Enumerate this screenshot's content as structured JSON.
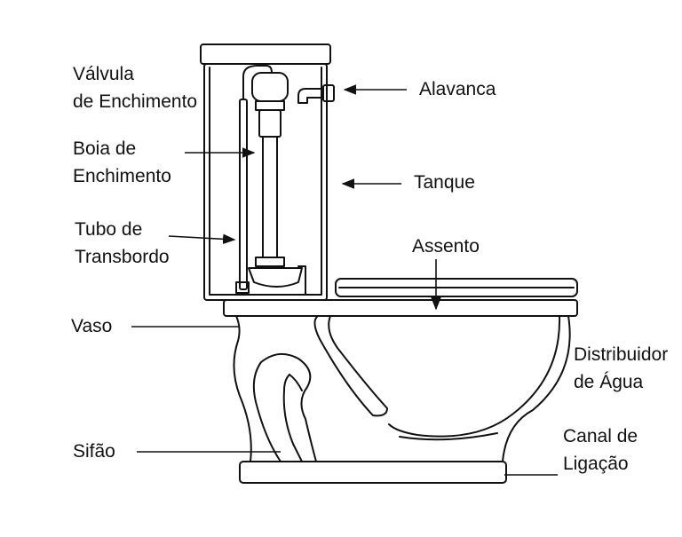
{
  "colors": {
    "line": "#111111",
    "background": "#ffffff"
  },
  "labels": {
    "valvula": [
      "Válvula",
      "de Enchimento"
    ],
    "boia": [
      "Boia de",
      "Enchimento"
    ],
    "tubo": [
      "Tubo de",
      "Transbordo"
    ],
    "vaso": "Vaso",
    "sifao": "Sifão",
    "alavanca": "Alavanca",
    "tanque": "Tanque",
    "assento": "Assento",
    "distribuidor": [
      "Distribuidor",
      "de Água"
    ],
    "canal": [
      "Canal de",
      "Ligação"
    ]
  }
}
